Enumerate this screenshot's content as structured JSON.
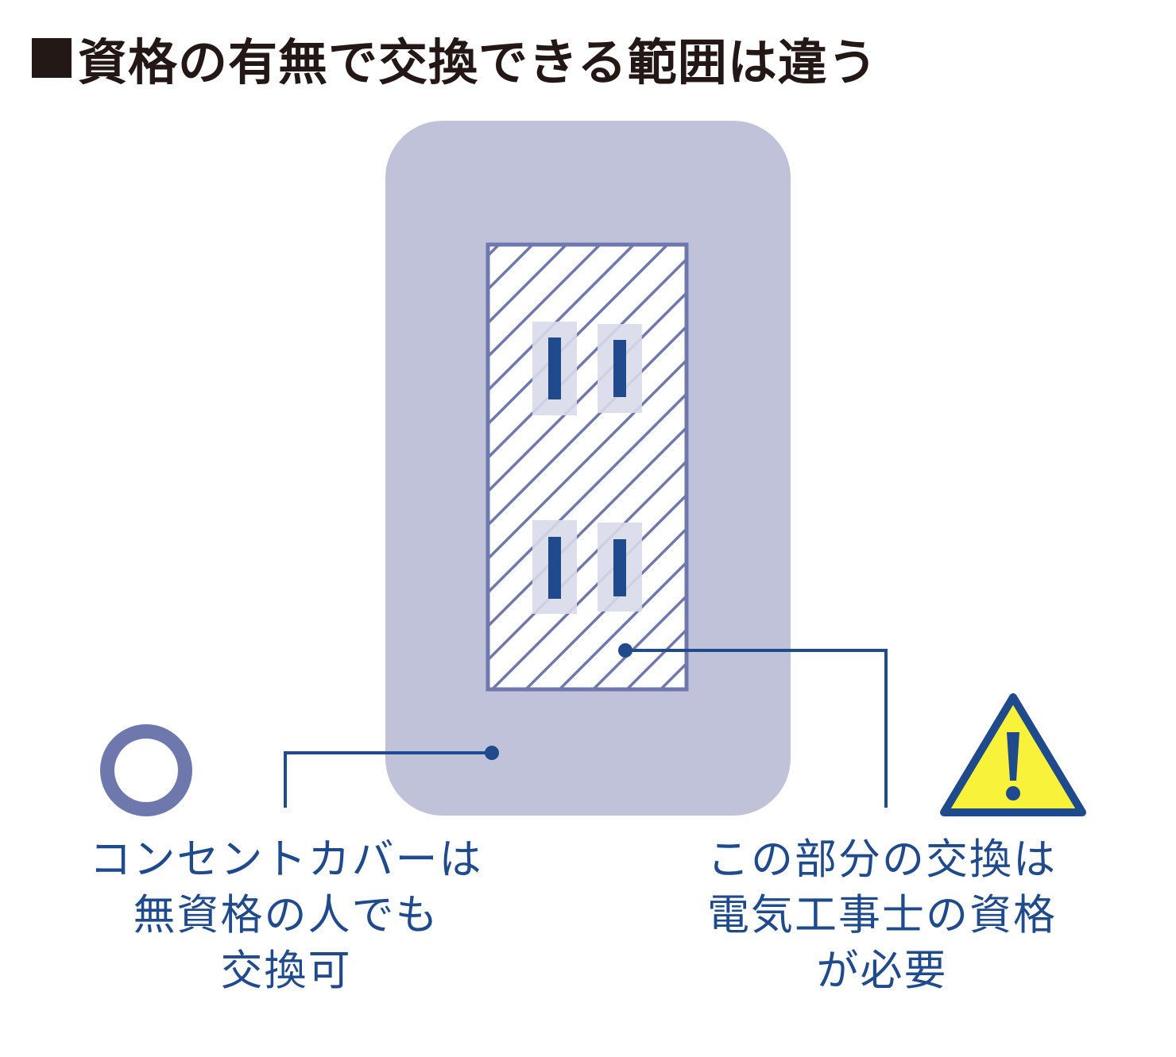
{
  "title": "資格の有無で交換できる範囲は違う",
  "colors": {
    "cover": "#bfc2d9",
    "outlet_border": "#6f78ad",
    "hatch": "#6f78ad",
    "slot_bg": "#d8dae9",
    "slot": "#1f4a8c",
    "leader_line": "#1f4a8c",
    "ok_mark": "#6f78ad",
    "warning_fill": "#f8f23a",
    "warning_stroke": "#1f4a8c",
    "caption_text": "#1f4a8c",
    "title_text": "#231815"
  },
  "icons": {
    "ok": "circle-ok-icon",
    "warning": "warning-triangle-icon"
  },
  "captions": {
    "cover": {
      "line1": "コンセントカバーは",
      "line2": "無資格の人でも",
      "line3": "交換可"
    },
    "outlet": {
      "line1": "この部分の交換は",
      "line2": "電気工事士の資格",
      "line3": "が必要"
    }
  }
}
